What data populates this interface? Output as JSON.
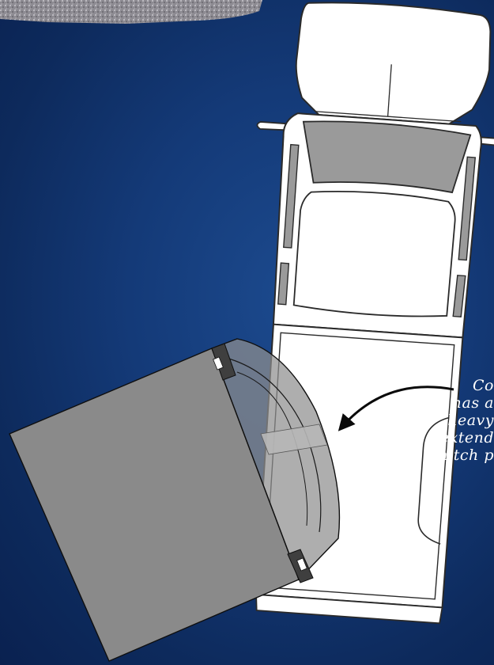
{
  "annotation": {
    "lines": [
      "Co",
      "has a",
      "heavy",
      "extend",
      "hitch p"
    ]
  },
  "colors": {
    "background": "#143a78",
    "truck_body": "#ffffff",
    "truck_outline": "#2a2a2a",
    "glass": "#9a9a9a",
    "trailer_fill": "#8a8a8a",
    "annotation_text": "#ffffff"
  },
  "icons": [
    "gravel-texture",
    "curved-arrow-icon"
  ]
}
